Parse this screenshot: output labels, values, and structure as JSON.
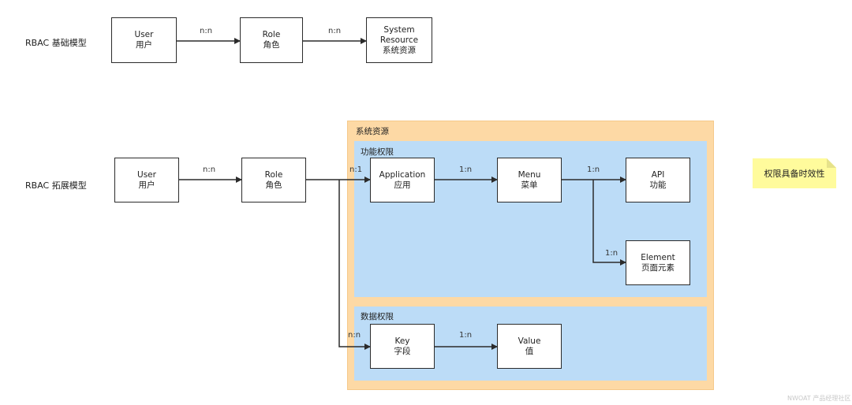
{
  "rows": {
    "basic_label": "RBAC 基础模型",
    "extended_label": "RBAC 拓展模型"
  },
  "basic": {
    "user": {
      "line1": "User",
      "line2": "用户"
    },
    "role": {
      "line1": "Role",
      "line2": "角色"
    },
    "resource": {
      "line1": "System",
      "line2": "Resource",
      "line3": "系统资源"
    },
    "edge_user_role": "n:n",
    "edge_role_resource": "n:n"
  },
  "extended": {
    "user": {
      "line1": "User",
      "line2": "用户"
    },
    "role": {
      "line1": "Role",
      "line2": "角色"
    },
    "edge_user_role": "n:n",
    "system_resource_title": "系统资源",
    "function_group_title": "功能权限",
    "data_group_title": "数据权限",
    "application": {
      "line1": "Application",
      "line2": "应用"
    },
    "menu": {
      "line1": "Menu",
      "line2": "菜单"
    },
    "api": {
      "line1": "API",
      "line2": "功能"
    },
    "element": {
      "line1": "Element",
      "line2": "页面元素"
    },
    "key": {
      "line1": "Key",
      "line2": "字段"
    },
    "value": {
      "line1": "Value",
      "line2": "值"
    },
    "edge_role_application": "n:1",
    "edge_application_menu": "1:n",
    "edge_menu_api": "1:n",
    "edge_menu_element": "1:n",
    "edge_role_key": "n:n",
    "edge_key_value": "1:n"
  },
  "note": {
    "text": "权限具备时效性"
  },
  "watermark": "NWOAT 产品经理社区",
  "colors": {
    "system_resource_bg": "#fdd9a5",
    "group_bg": "#bcdcf7",
    "note_bg": "#fffb9c",
    "line": "#2b2b2b"
  }
}
